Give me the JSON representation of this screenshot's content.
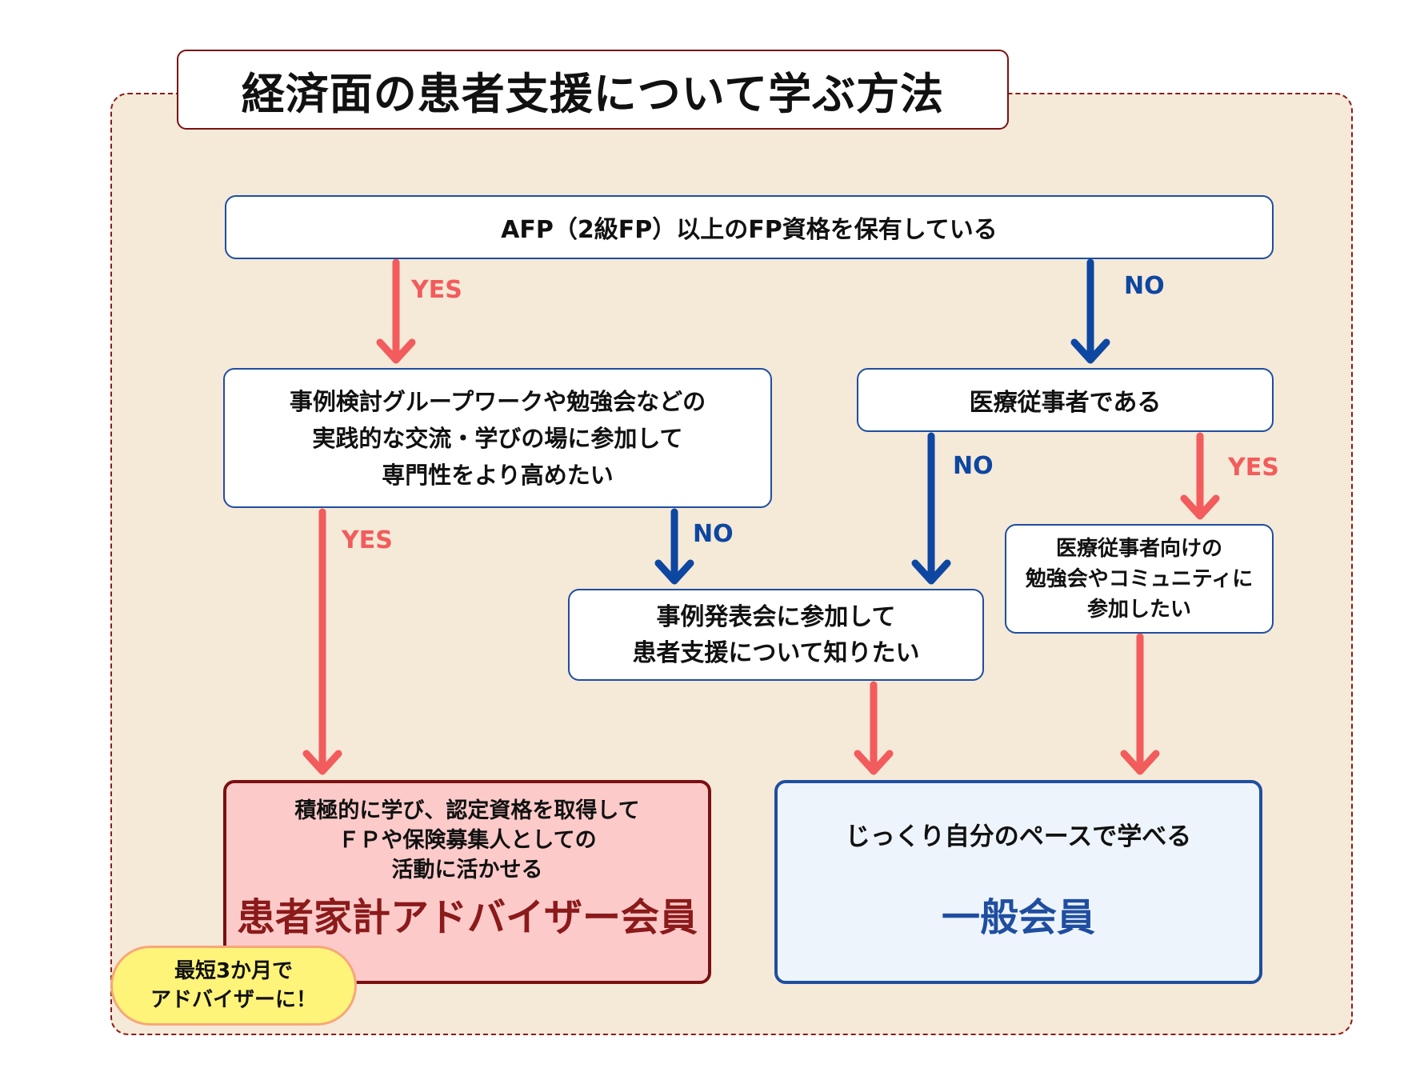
{
  "title": "経済面の患者支援について学ぶ方法",
  "colors": {
    "yes_arrow": "#f25c5c",
    "no_arrow": "#0d47a1",
    "panel": "#f5e9d8",
    "border_dark_red": "#7a1010"
  },
  "nodes": {
    "q1": {
      "lines": [
        "AFP（2級FP）以上のFP資格を保有している"
      ]
    },
    "q2": {
      "lines": [
        "事例検討グループワークや勉強会などの",
        "実践的な交流・学びの場に参加して",
        "専門性をより高めたい"
      ]
    },
    "q3": {
      "lines": [
        "医療従事者である"
      ]
    },
    "q4": {
      "lines": [
        "事例発表会に参加して",
        "患者支援について知りたい"
      ]
    },
    "q5": {
      "lines": [
        "医療従事者向けの",
        "勉強会やコミュニティに",
        "参加したい"
      ]
    }
  },
  "results": {
    "advisor": {
      "desc": [
        "積極的に学び、認定資格を取得して",
        "ＦＰや保険募集人としての",
        "活動に活かせる"
      ],
      "title": "患者家計アドバイザー会員"
    },
    "general": {
      "desc": [
        "じっくり自分のペースで学べる"
      ],
      "title": "一般会員"
    }
  },
  "badge": {
    "lines": [
      "最短3か月で",
      "アドバイザーに！"
    ]
  },
  "edge_labels": {
    "q1_yes": "YES",
    "q1_no": "NO",
    "q2_yes": "YES",
    "q2_no": "NO",
    "q3_no": "NO",
    "q3_yes": "YES"
  }
}
